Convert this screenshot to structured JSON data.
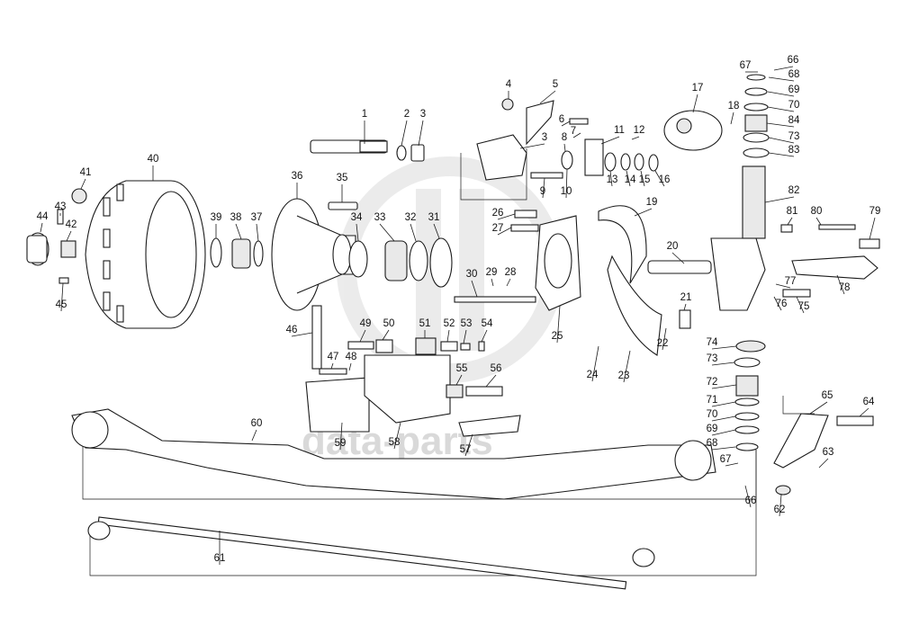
{
  "watermark": {
    "text": "data-parts"
  },
  "callouts": [
    {
      "id": "c1",
      "label": "1"
    },
    {
      "id": "c2",
      "label": "2"
    },
    {
      "id": "c3",
      "label": "3"
    },
    {
      "id": "c3b",
      "label": "3"
    },
    {
      "id": "c4",
      "label": "4"
    },
    {
      "id": "c5",
      "label": "5"
    },
    {
      "id": "c6",
      "label": "6"
    },
    {
      "id": "c7",
      "label": "7"
    },
    {
      "id": "c8",
      "label": "8"
    },
    {
      "id": "c9",
      "label": "9"
    },
    {
      "id": "c10",
      "label": "10"
    },
    {
      "id": "c11",
      "label": "11"
    },
    {
      "id": "c12",
      "label": "12"
    },
    {
      "id": "c13",
      "label": "13"
    },
    {
      "id": "c14",
      "label": "14"
    },
    {
      "id": "c15",
      "label": "15"
    },
    {
      "id": "c16",
      "label": "16"
    },
    {
      "id": "c17",
      "label": "17"
    },
    {
      "id": "c18",
      "label": "18"
    },
    {
      "id": "c19",
      "label": "19"
    },
    {
      "id": "c20",
      "label": "20"
    },
    {
      "id": "c21",
      "label": "21"
    },
    {
      "id": "c22",
      "label": "22"
    },
    {
      "id": "c23",
      "label": "23"
    },
    {
      "id": "c24",
      "label": "24"
    },
    {
      "id": "c25",
      "label": "25"
    },
    {
      "id": "c26",
      "label": "26"
    },
    {
      "id": "c27",
      "label": "27"
    },
    {
      "id": "c28",
      "label": "28"
    },
    {
      "id": "c29",
      "label": "29"
    },
    {
      "id": "c30",
      "label": "30"
    },
    {
      "id": "c31",
      "label": "31"
    },
    {
      "id": "c32",
      "label": "32"
    },
    {
      "id": "c33",
      "label": "33"
    },
    {
      "id": "c34",
      "label": "34"
    },
    {
      "id": "c35",
      "label": "35"
    },
    {
      "id": "c36",
      "label": "36"
    },
    {
      "id": "c37",
      "label": "37"
    },
    {
      "id": "c38",
      "label": "38"
    },
    {
      "id": "c39",
      "label": "39"
    },
    {
      "id": "c40",
      "label": "40"
    },
    {
      "id": "c41",
      "label": "41"
    },
    {
      "id": "c42",
      "label": "42"
    },
    {
      "id": "c43",
      "label": "43"
    },
    {
      "id": "c44",
      "label": "44"
    },
    {
      "id": "c45",
      "label": "45"
    },
    {
      "id": "c46",
      "label": "46"
    },
    {
      "id": "c47",
      "label": "47"
    },
    {
      "id": "c48",
      "label": "48"
    },
    {
      "id": "c49",
      "label": "49"
    },
    {
      "id": "c50",
      "label": "50"
    },
    {
      "id": "c51",
      "label": "51"
    },
    {
      "id": "c52",
      "label": "52"
    },
    {
      "id": "c53",
      "label": "53"
    },
    {
      "id": "c54",
      "label": "54"
    },
    {
      "id": "c55",
      "label": "55"
    },
    {
      "id": "c56",
      "label": "56"
    },
    {
      "id": "c57",
      "label": "57"
    },
    {
      "id": "c58",
      "label": "58"
    },
    {
      "id": "c59",
      "label": "59"
    },
    {
      "id": "c60",
      "label": "60"
    },
    {
      "id": "c61",
      "label": "61"
    },
    {
      "id": "c62",
      "label": "62"
    },
    {
      "id": "c63",
      "label": "63"
    },
    {
      "id": "c64",
      "label": "64"
    },
    {
      "id": "c65",
      "label": "65"
    },
    {
      "id": "c66a",
      "label": "66"
    },
    {
      "id": "c66b",
      "label": "66"
    },
    {
      "id": "c67a",
      "label": "67"
    },
    {
      "id": "c67b",
      "label": "67"
    },
    {
      "id": "c68a",
      "label": "68"
    },
    {
      "id": "c68b",
      "label": "68"
    },
    {
      "id": "c69a",
      "label": "69"
    },
    {
      "id": "c69b",
      "label": "69"
    },
    {
      "id": "c70a",
      "label": "70"
    },
    {
      "id": "c70b",
      "label": "70"
    },
    {
      "id": "c71",
      "label": "71"
    },
    {
      "id": "c72",
      "label": "72"
    },
    {
      "id": "c73a",
      "label": "73"
    },
    {
      "id": "c73b",
      "label": "73"
    },
    {
      "id": "c74",
      "label": "74"
    },
    {
      "id": "c75",
      "label": "75"
    },
    {
      "id": "c76",
      "label": "76"
    },
    {
      "id": "c77",
      "label": "77"
    },
    {
      "id": "c78",
      "label": "78"
    },
    {
      "id": "c79",
      "label": "79"
    },
    {
      "id": "c80",
      "label": "80"
    },
    {
      "id": "c81",
      "label": "81"
    },
    {
      "id": "c82",
      "label": "82"
    },
    {
      "id": "c83",
      "label": "83"
    },
    {
      "id": "c84",
      "label": "84"
    }
  ]
}
